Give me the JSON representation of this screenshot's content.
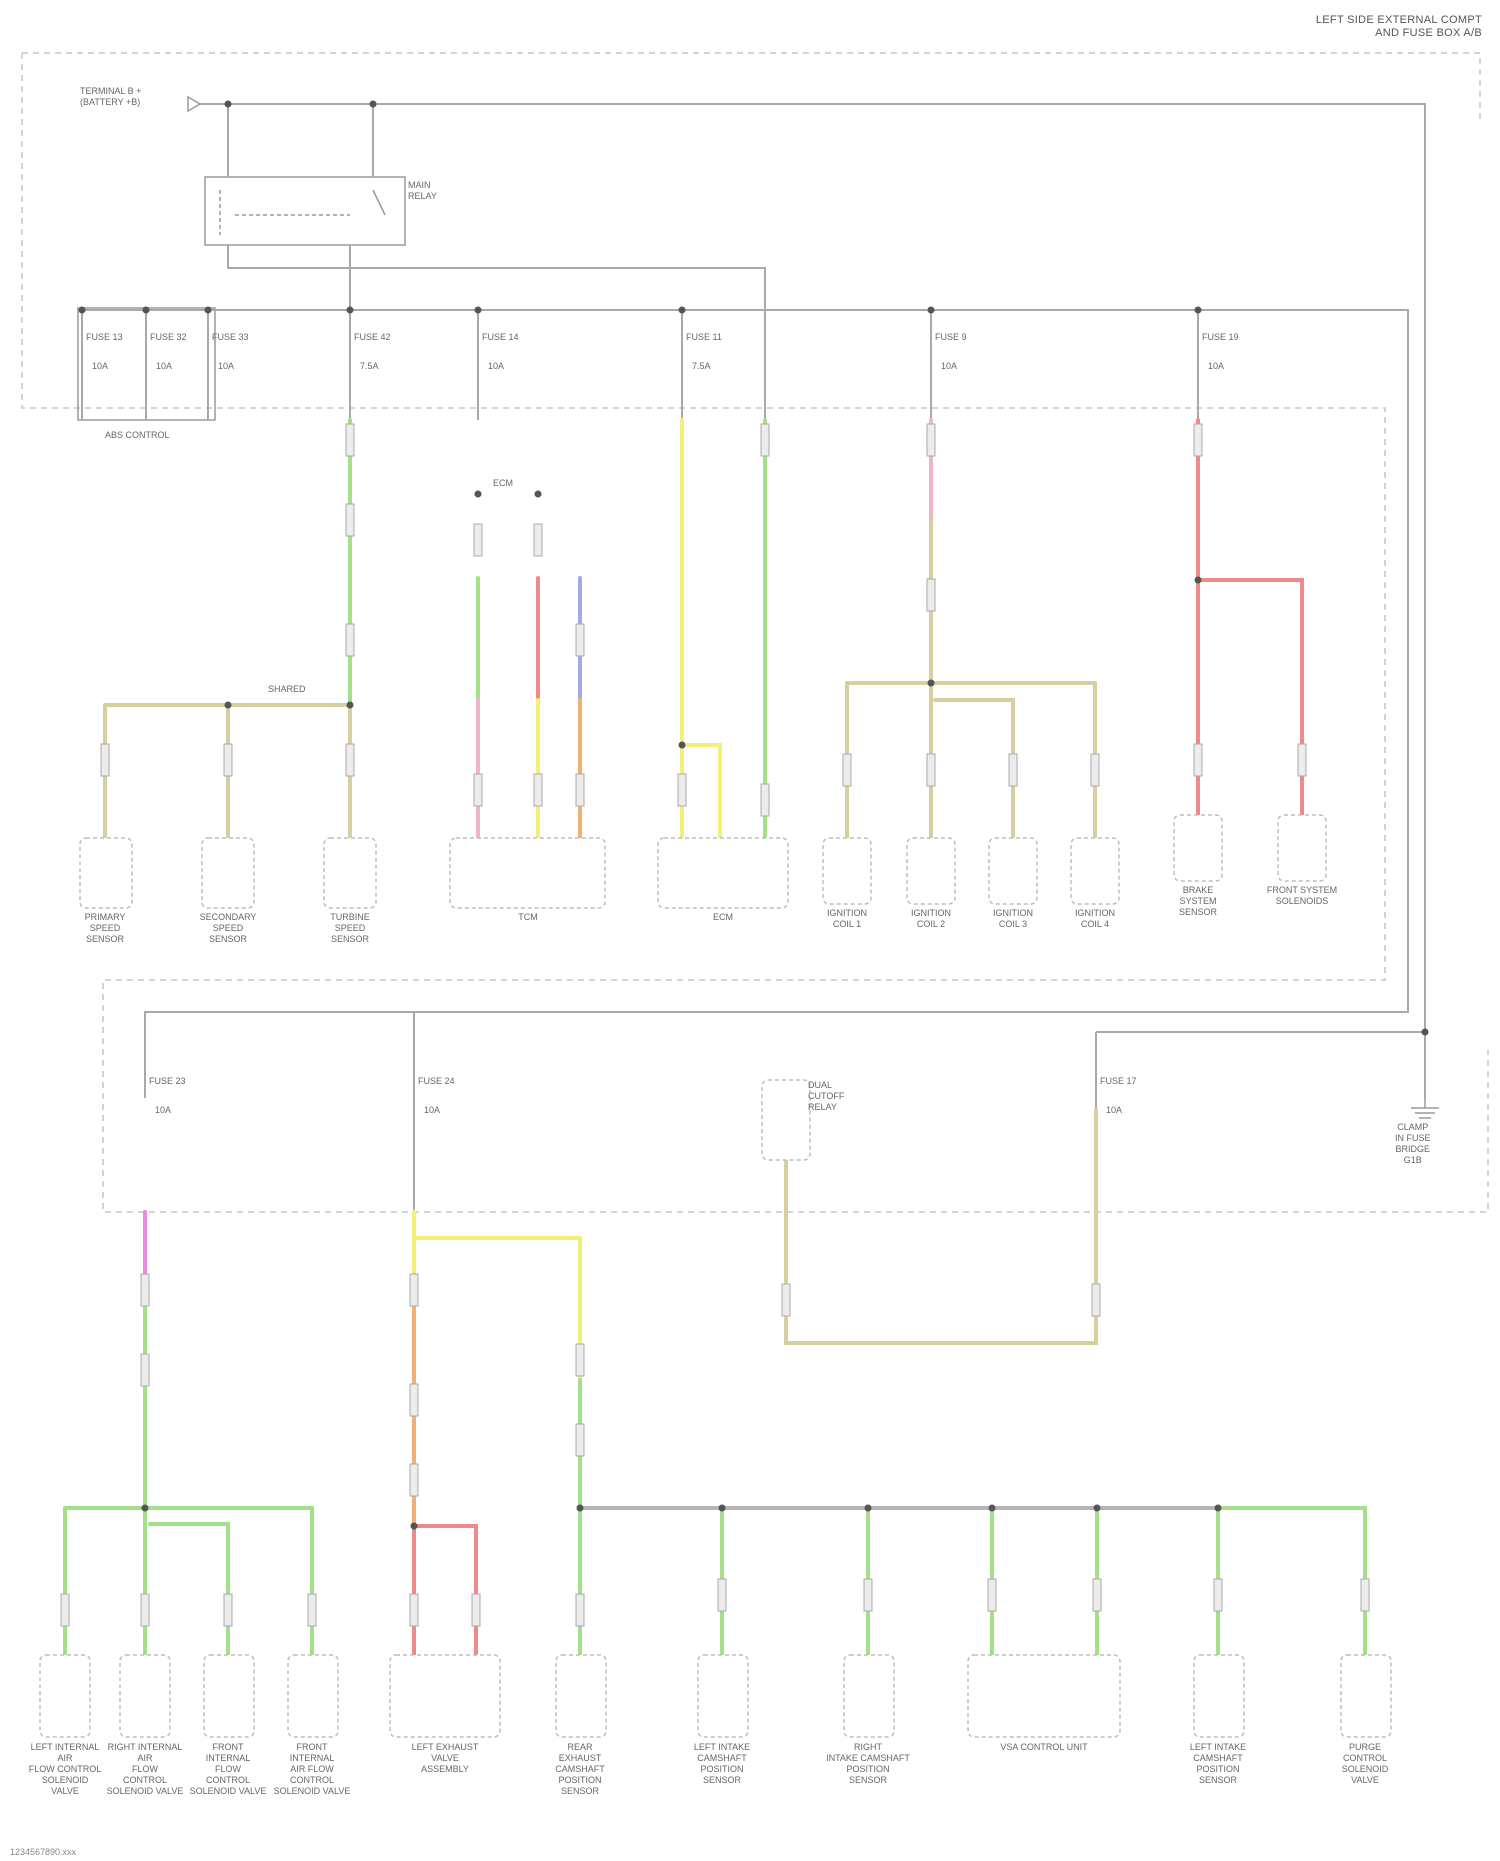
{
  "title": {
    "line1": "LEFT SIDE EXTERNAL COMPT",
    "line2": "AND FUSE BOX A/B"
  },
  "source": {
    "label_line1": "TERMINAL B +",
    "label_line2": "(BATTERY +B)"
  },
  "relay": {
    "label_line1": "MAIN",
    "label_line2": "RELAY"
  },
  "fuse_box_label": "ABS CONTROL",
  "fuses_top": [
    {
      "name": "FUSE 13",
      "amp": "10A"
    },
    {
      "name": "FUSE 32",
      "amp": "10A"
    },
    {
      "name": "FUSE 33",
      "amp": "10A"
    },
    {
      "name": "FUSE 42",
      "amp": "7.5A"
    },
    {
      "name": "FUSE 14",
      "amp": "10A"
    },
    {
      "name": "FUSE 11",
      "amp": "7.5A"
    },
    {
      "name": "FUSE 9",
      "amp": "10A"
    },
    {
      "name": "FUSE 19",
      "amp": "10A"
    }
  ],
  "fuses_bottom": [
    {
      "name": "FUSE 23",
      "amp": "10A"
    },
    {
      "name": "FUSE 24",
      "amp": "10A"
    },
    {
      "name": "FUSE 17",
      "amp": "10A"
    }
  ],
  "junction_label": "SHARED",
  "ecm_bus_label": "ECM",
  "dual_relay": {
    "label_line1": "DUAL",
    "label_line2": "CUTOFF",
    "label_line3": "RELAY"
  },
  "ground": {
    "label_line1": "CLAMP",
    "label_line2": "IN FUSE",
    "label_line3": "BRIDGE",
    "label_line4": "G1B"
  },
  "components_top": [
    {
      "l1": "PRIMARY",
      "l2": "SPEED",
      "l3": "SENSOR"
    },
    {
      "l1": "SECONDARY",
      "l2": "SPEED",
      "l3": "SENSOR"
    },
    {
      "l1": "TURBINE",
      "l2": "SPEED",
      "l3": "SENSOR"
    },
    {
      "l1": "TCM",
      "l2": "",
      "l3": ""
    },
    {
      "l1": "ECM",
      "l2": "",
      "l3": ""
    },
    {
      "l1": "IGNITION",
      "l2": "COIL 1",
      "l3": ""
    },
    {
      "l1": "IGNITION",
      "l2": "COIL 2",
      "l3": ""
    },
    {
      "l1": "IGNITION",
      "l2": "COIL 3",
      "l3": ""
    },
    {
      "l1": "IGNITION",
      "l2": "COIL 4",
      "l3": ""
    },
    {
      "l1": "BRAKE",
      "l2": "SYSTEM",
      "l3": "SENSOR"
    },
    {
      "l1": "FRONT SYSTEM",
      "l2": "SOLENOIDS",
      "l3": ""
    }
  ],
  "components_bottom": [
    {
      "l1": "LEFT INTERNAL",
      "l2": "AIR",
      "l3": "FLOW CONTROL",
      "l4": "SOLENOID",
      "l5": "VALVE"
    },
    {
      "l1": "RIGHT INTERNAL",
      "l2": "AIR",
      "l3": "FLOW",
      "l4": "CONTROL",
      "l5": "SOLENOID VALVE"
    },
    {
      "l1": "FRONT",
      "l2": "INTERNAL",
      "l3": "FLOW",
      "l4": "CONTROL",
      "l5": "SOLENOID VALVE"
    },
    {
      "l1": "FRONT",
      "l2": "INTERNAL",
      "l3": "AIR FLOW",
      "l4": "CONTROL",
      "l5": "SOLENOID VALVE"
    },
    {
      "l1": "LEFT EXHAUST",
      "l2": "VALVE",
      "l3": "ASSEMBLY",
      "l4": "",
      "l5": ""
    },
    {
      "l1": "REAR",
      "l2": "EXHAUST",
      "l3": "CAMSHAFT",
      "l4": "POSITION",
      "l5": "SENSOR"
    },
    {
      "l1": "LEFT INTAKE",
      "l2": "CAMSHAFT",
      "l3": "POSITION",
      "l4": "SENSOR",
      "l5": ""
    },
    {
      "l1": "RIGHT",
      "l2": "INTAKE CAMSHAFT",
      "l3": "POSITION",
      "l4": "SENSOR",
      "l5": ""
    },
    {
      "l1": "VSA CONTROL UNIT",
      "l2": "",
      "l3": "",
      "l4": "",
      "l5": ""
    },
    {
      "l1": "LEFT INTAKE",
      "l2": "CAMSHAFT",
      "l3": "POSITION",
      "l4": "SENSOR",
      "l5": ""
    },
    {
      "l1": "PURGE",
      "l2": "CONTROL",
      "l3": "SOLENOID",
      "l4": "VALVE",
      "l5": ""
    }
  ],
  "footer": "1234567890.xxx",
  "colors": {
    "wire_green": "#a4e08a",
    "wire_yellow": "#f3f07a",
    "wire_red": "#ef8a8a",
    "wire_pink": "#f1b3c8",
    "wire_blue": "#a9a8e6",
    "wire_orange": "#f0b078",
    "wire_tan": "#d8cfa0",
    "wire_magenta": "#e78be0",
    "wire_gray": "#b5b5b5"
  }
}
